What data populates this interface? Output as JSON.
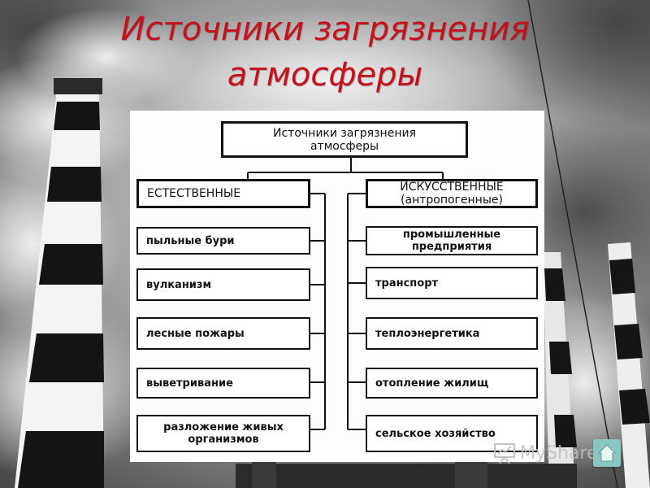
{
  "slide": {
    "title_lines": [
      "Источники загрязнения",
      "атмосферы"
    ],
    "title_color": "#c8101a"
  },
  "diagram": {
    "root_lines": [
      "Источники загрязнения",
      "атмосферы"
    ],
    "left_header": "ЕСТЕСТВЕННЫЕ",
    "right_header_lines": [
      "ИСКУССТВЕННЫЕ",
      "(антропогенные)"
    ],
    "left_items": [
      [
        "пыльные бури"
      ],
      [
        "вулканизм"
      ],
      [
        "лесные пожары"
      ],
      [
        "выветривание"
      ],
      [
        "разложение живых",
        "организмов"
      ]
    ],
    "right_items": [
      [
        "промышленные",
        "предприятия"
      ],
      [
        "транспорт"
      ],
      [
        "теплоэнергетика"
      ],
      [
        "отопление жилищ"
      ],
      [
        "сельское хозяйство"
      ]
    ]
  },
  "watermark": {
    "text": "MyShared",
    "icon": "presentation-board-icon"
  }
}
